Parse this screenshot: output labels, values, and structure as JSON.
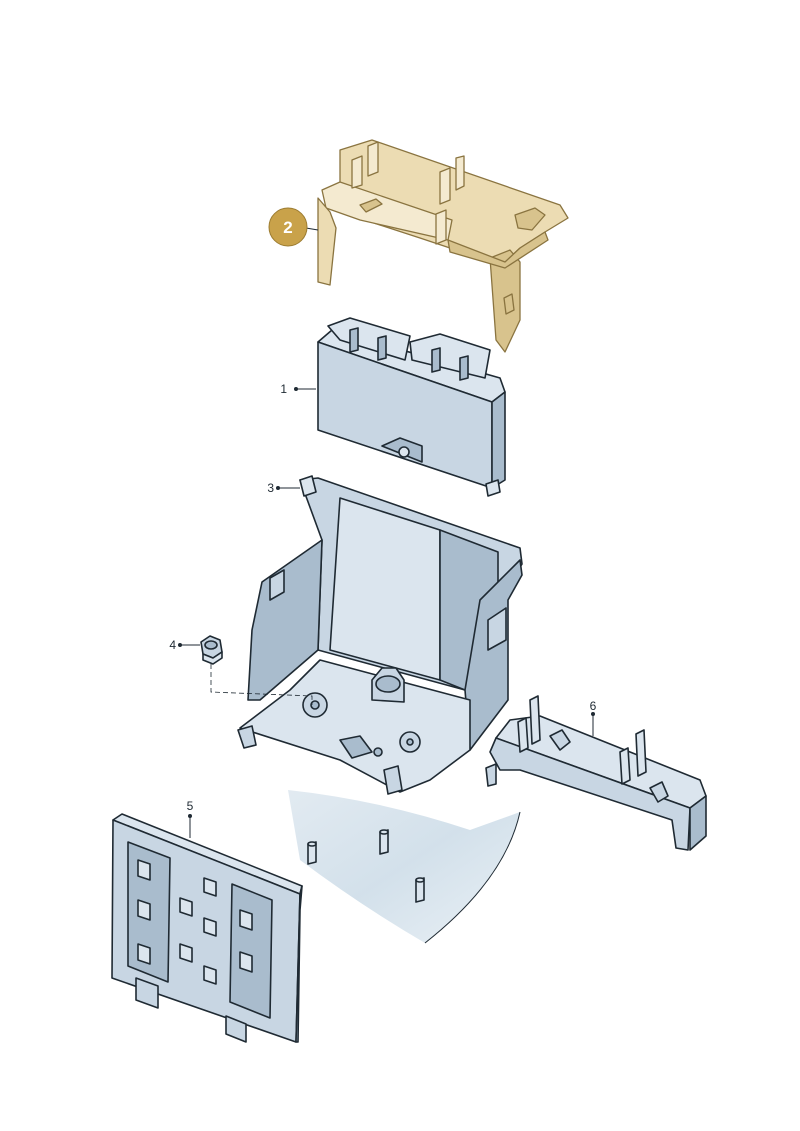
{
  "diagram": {
    "highlight_color": "#c9a24a",
    "part_color": "#c8d6e3",
    "callouts": {
      "c1": "1",
      "c2": "2",
      "c3": "3",
      "c4": "4",
      "c5": "5",
      "c6": "6"
    }
  }
}
